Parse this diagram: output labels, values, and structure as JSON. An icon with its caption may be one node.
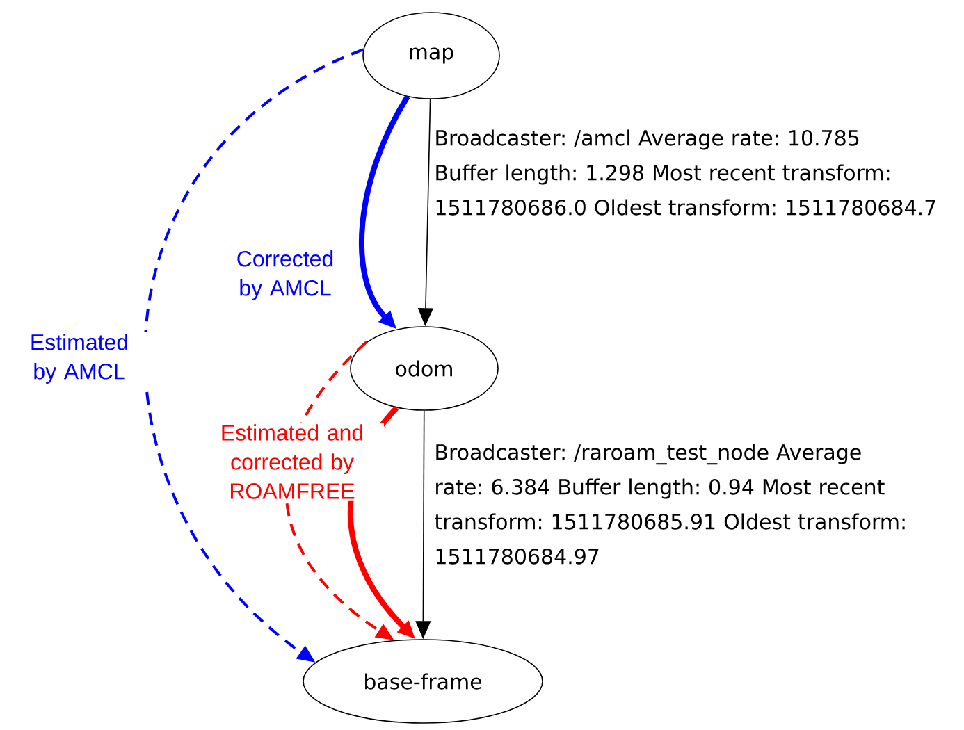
{
  "diagram": {
    "nodes": [
      {
        "text": [
          "map"
        ]
      },
      {
        "text": [
          "odom"
        ]
      },
      {
        "text": [
          "base-frame"
        ]
      }
    ],
    "edges": [
      {
        "from": 0,
        "to": 1,
        "arrow": "to",
        "label": "Broadcaster: /amcl Average rate: 10.785 Buffer length: 1.298 Most recent transform: 1511780686.0 Oldest transform: 1511780684.7"
      },
      {
        "from": 1,
        "to": 2,
        "arrow": "to",
        "label": "Broadcaster: /raroam_test_node Average rate: 6.384 Buffer length: 0.94 Most recent transform: 1511780685.91 Oldest transform: 1511780684.97"
      },
      {
        "from": 0,
        "to": 1,
        "arrow": "to",
        "style": "thick",
        "color": "#0000ff",
        "label": "Corrected by AMCL"
      },
      {
        "from": 0,
        "to": 2,
        "arrow": "to",
        "style": "dashed",
        "color": "#0000ff",
        "label": "Estimated by AMCL"
      },
      {
        "from": 1,
        "to": 2,
        "arrow": "to",
        "style": "dashed",
        "color": "#ff0000",
        "label": "Estimated and corrected by ROAMFREE"
      },
      {
        "from": 1,
        "to": 2,
        "arrow": "to",
        "style": "thick",
        "color": "#ff0000"
      }
    ]
  }
}
